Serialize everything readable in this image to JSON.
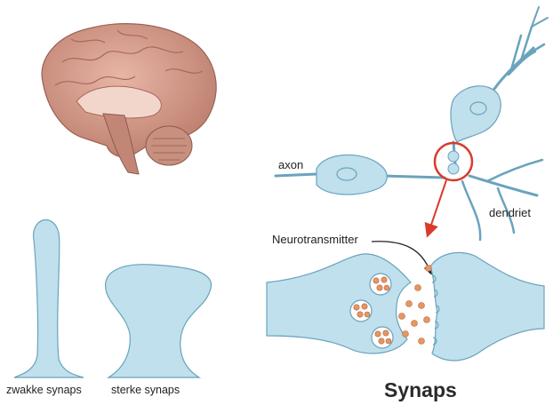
{
  "labels": {
    "axon": "axon",
    "dendrite": "dendriet",
    "neurotransmitter": "Neurotransmitter",
    "weak_synapse": "zwakke synaps",
    "strong_synapse": "sterke synaps",
    "title": "Synaps"
  },
  "colors": {
    "cell_fill": "#bfe0ec",
    "cell_stroke": "#6aa3bd",
    "vesicle": "#e59663",
    "highlight": "#d93a2b",
    "brain": "#d69a8a"
  }
}
